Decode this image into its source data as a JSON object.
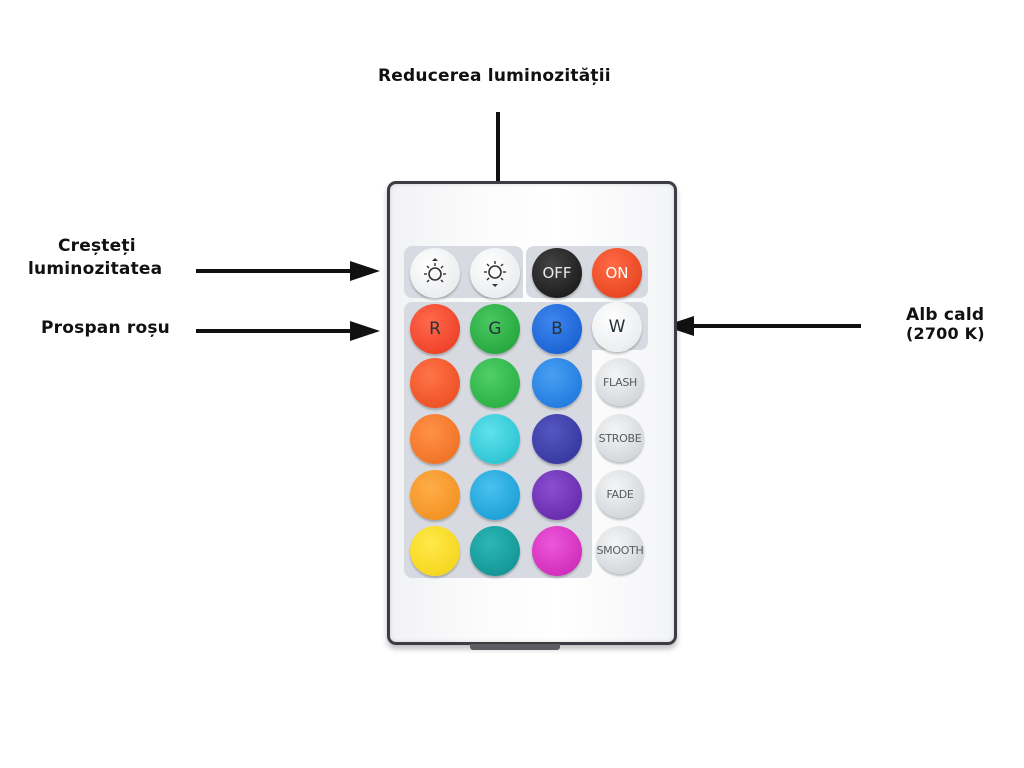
{
  "annotations": {
    "decrease_brightness": "Reducerea luminozității",
    "increase_brightness_line1": "Creșteți",
    "increase_brightness_line2": "luminozitatea",
    "fresh_red": "Prospan roșu",
    "warm_white_line1": "Alb cald",
    "warm_white_line2": "(2700 K)"
  },
  "remote": {
    "top_row": [
      {
        "name": "brightness-up-button",
        "icon": "sun-up-icon"
      },
      {
        "name": "brightness-down-button",
        "icon": "sun-down-icon"
      },
      {
        "name": "off-button",
        "label": "OFF",
        "color": "#1c1c1c"
      },
      {
        "name": "on-button",
        "label": "ON",
        "color": "#f04a22"
      }
    ],
    "rgb_row": [
      {
        "label": "R",
        "color": "#f03a22"
      },
      {
        "label": "G",
        "color": "#1fa83a"
      },
      {
        "label": "B",
        "color": "#1565d8"
      },
      {
        "label": "W",
        "color": "#ffffff"
      }
    ],
    "color_grid": [
      [
        "#f2531f",
        "#27b53f",
        "#1f7fe6"
      ],
      [
        "#f47221",
        "#27c9d8",
        "#3a3aa8"
      ],
      [
        "#f5921f",
        "#1aa6dd",
        "#6a2ab0"
      ],
      [
        "#f7dc1a",
        "#139a9a",
        "#d92ec4"
      ]
    ],
    "mode_buttons": [
      "FLASH",
      "STROBE",
      "FADE",
      "SMOOTH"
    ]
  }
}
